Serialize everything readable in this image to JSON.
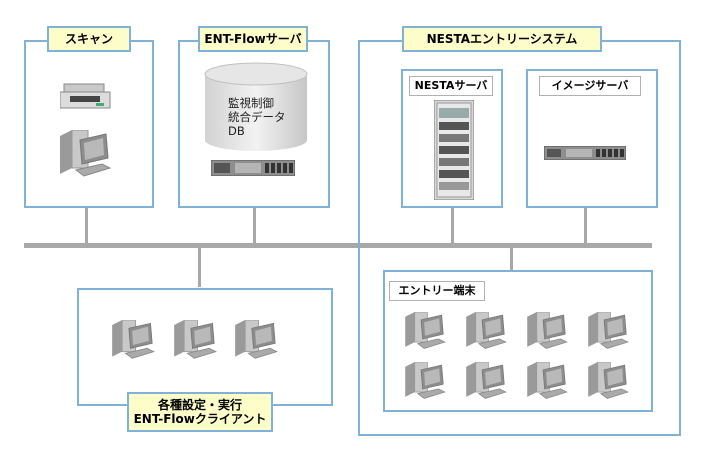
{
  "boxes": {
    "scanner": {
      "label": "スキャン"
    },
    "entflow_server": {
      "label": "ENT-Flowサーバ",
      "db_lines": [
        "監視制御",
        "統合データ",
        "DB"
      ]
    },
    "nesta_system": {
      "label": "NESTAエントリーシステム"
    },
    "nesta_server": {
      "label": "NESTAサーバ"
    },
    "image_server": {
      "label": "イメージサーバ"
    },
    "entry_terminal": {
      "label": "エントリー端末"
    },
    "client": {
      "label_line1": "各種設定・実行",
      "label_line2": "ENT-Flowクライアント"
    }
  },
  "icons": [
    "printer-icon",
    "pc-icon",
    "database-icon",
    "rack-server-icon",
    "server-rack-cabinet-icon"
  ]
}
